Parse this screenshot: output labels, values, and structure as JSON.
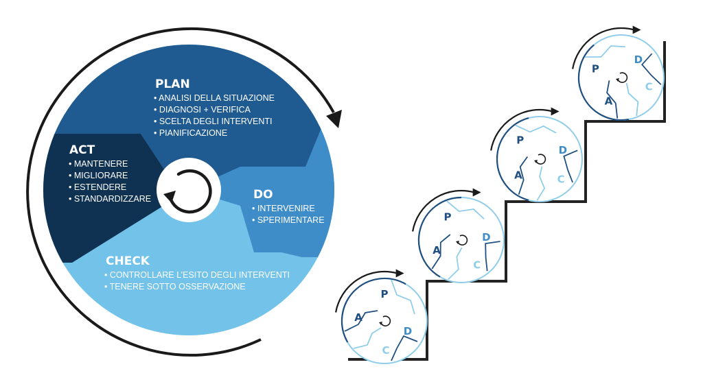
{
  "cycle": {
    "plan": {
      "title": "PLAN",
      "items": [
        "• ANALISI DELLA SITUAZIONE",
        "• DIAGNOSI + VERIFICA",
        "• SCELTA DEGLI INTERVENTI",
        "• PIANIFICAZIONE"
      ]
    },
    "do": {
      "title": "DO",
      "items": [
        "• INTERVENIRE",
        "• SPERIMENTARE"
      ]
    },
    "check": {
      "title": "CHECK",
      "items": [
        "• CONTROLLARE L’ESITO DEGLI INTERVENTI",
        "• TENERE SOTTO OSSERVAZIONE"
      ]
    },
    "act": {
      "title": "ACT",
      "items": [
        "• MANTENERE",
        "• MIGLIORARE",
        "• ESTENDERE",
        "• STANDARDIZZARE"
      ]
    }
  },
  "mini_letters": {
    "p": "P",
    "d": "D",
    "c": "C",
    "a": "A"
  },
  "colors": {
    "plan": "#1f5b91",
    "do": "#3e8cc8",
    "check": "#72c2e9",
    "act": "#0f3253",
    "line": "#222222"
  }
}
